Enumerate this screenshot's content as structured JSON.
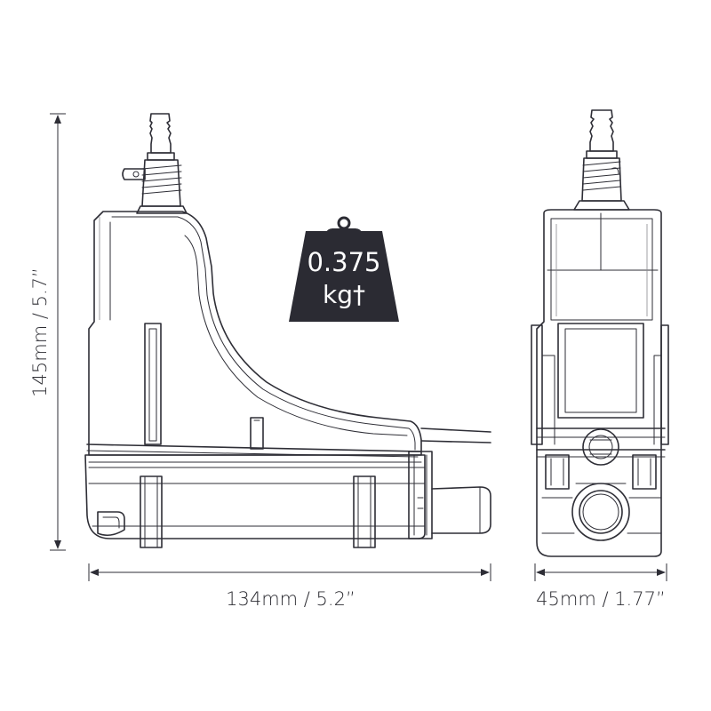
{
  "dimensions": {
    "height": "145mm / 5.7”",
    "width": "134mm / 5.2”",
    "depth": "45mm / 1.77”"
  },
  "weight": {
    "value": "0.375",
    "unit": "kg†",
    "badge_color": "#2b2b33"
  },
  "line_color": "#2e2e36"
}
